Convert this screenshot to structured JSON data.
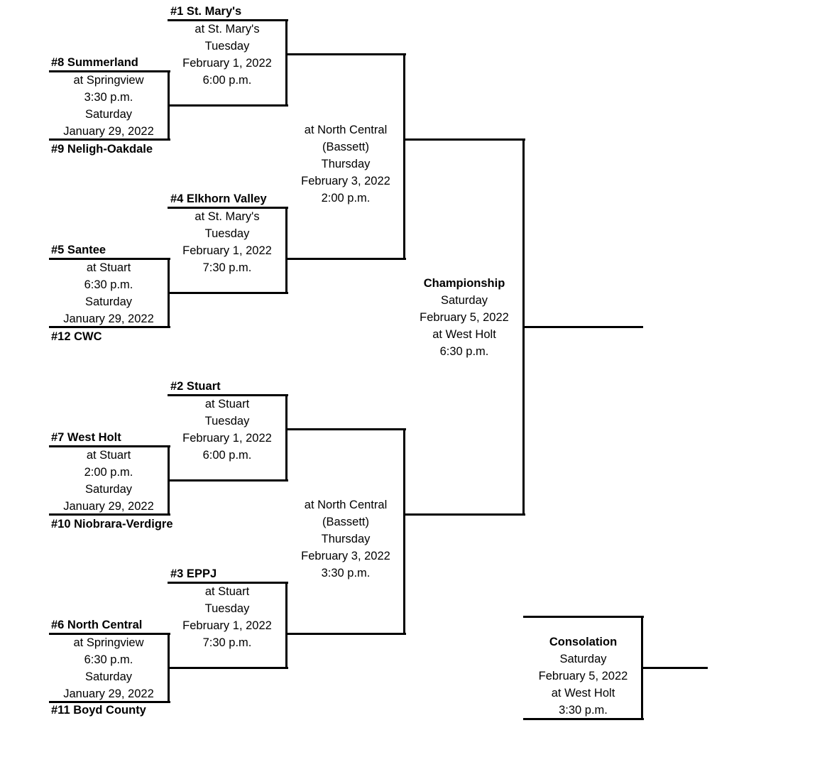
{
  "seeds": {
    "s1": "#1  St. Mary's",
    "s2": "#2  Stuart",
    "s3": "#3  EPPJ",
    "s4": "#4  Elkhorn Valley",
    "s5": "#5  Santee",
    "s6": "#6  North Central",
    "s7": "#7  West Holt",
    "s8": "#8  Summerland",
    "s9": "#9  Neligh-Oakdale",
    "s10": "#10  Niobrara-Verdigre",
    "s11": "#11  Boyd County",
    "s12": "#12  CWC"
  },
  "round1": {
    "g8v9": [
      "at Springview",
      "3:30 p.m.",
      "Saturday",
      "January 29, 2022"
    ],
    "g5v12": [
      "at Stuart",
      "6:30 p.m.",
      "Saturday",
      "January 29, 2022"
    ],
    "g7v10": [
      "at Stuart",
      "2:00 p.m.",
      "Saturday",
      "January 29, 2022"
    ],
    "g6v11": [
      "at Springview",
      "6:30 p.m.",
      "Saturday",
      "January 29, 2022"
    ]
  },
  "quarterfinals": {
    "q1": [
      "at St. Mary's",
      "Tuesday",
      "February 1, 2022",
      "6:00 p.m."
    ],
    "q4": [
      "at St. Mary's",
      "Tuesday",
      "February 1, 2022",
      "7:30 p.m."
    ],
    "q2": [
      "at Stuart",
      "Tuesday",
      "February 1, 2022",
      "6:00 p.m."
    ],
    "q3": [
      "at Stuart",
      "Tuesday",
      "February 1, 2022",
      "7:30 p.m."
    ]
  },
  "semifinals": {
    "top": [
      "at North Central",
      "(Bassett)",
      "Thursday",
      "February 3, 2022",
      "2:00 p.m."
    ],
    "bottom": [
      "at North Central",
      "(Bassett)",
      "Thursday",
      "February 3, 2022",
      "3:30 p.m."
    ]
  },
  "championship": {
    "title": "Championship",
    "lines": [
      "Saturday",
      "February 5, 2022",
      "at West Holt",
      "6:30 p.m."
    ]
  },
  "consolation": {
    "title": "Consolation",
    "lines": [
      "Saturday",
      "February 5, 2022",
      "at West Holt",
      "3:30 p.m."
    ]
  }
}
